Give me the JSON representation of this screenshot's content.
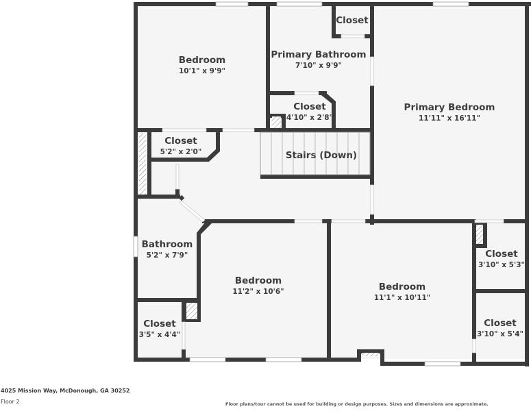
{
  "floor_plan": {
    "rooms": [
      {
        "id": "bedroom-nw",
        "label": "Bedroom",
        "dimensions": "10'1\" x 9'9\""
      },
      {
        "id": "closet-top",
        "label": "Closet",
        "dimensions": ""
      },
      {
        "id": "primary-bathroom",
        "label": "Primary Bathroom",
        "dimensions": "7'10\" x 9'9\""
      },
      {
        "id": "closet-bath",
        "label": "Closet",
        "dimensions": "4'10\" x 2'8\""
      },
      {
        "id": "primary-bedroom",
        "label": "Primary Bedroom",
        "dimensions": "11'11\" x 16'11\""
      },
      {
        "id": "closet-hall",
        "label": "Closet",
        "dimensions": "5'2\" x 2'0\""
      },
      {
        "id": "stairs",
        "label": "Stairs (Down)",
        "dimensions": ""
      },
      {
        "id": "bathroom",
        "label": "Bathroom",
        "dimensions": "5'2\" x 7'9\""
      },
      {
        "id": "bedroom-sw",
        "label": "Bedroom",
        "dimensions": "11'2\" x 10'6\""
      },
      {
        "id": "closet-sw",
        "label": "Closet",
        "dimensions": "3'5\" x 4'4\""
      },
      {
        "id": "bedroom-se",
        "label": "Bedroom",
        "dimensions": "11'1\" x 10'11\""
      },
      {
        "id": "closet-e1",
        "label": "Closet",
        "dimensions": "3'10\" x 5'3\""
      },
      {
        "id": "closet-e2",
        "label": "Closet",
        "dimensions": "3'10\" x 5'4\""
      }
    ],
    "colors": {
      "wall": "#3b3b3b",
      "floor": "#f5f5f5",
      "text": "#3d3d3d",
      "background": "#ffffff"
    }
  },
  "footer": {
    "address": "4025 Mission Way, McDonough, GA 30252",
    "floor": "Floor 2",
    "disclaimer": "Floor plans/tour cannot be used for building or design purposes. Sizes and dimensions are approximate."
  }
}
